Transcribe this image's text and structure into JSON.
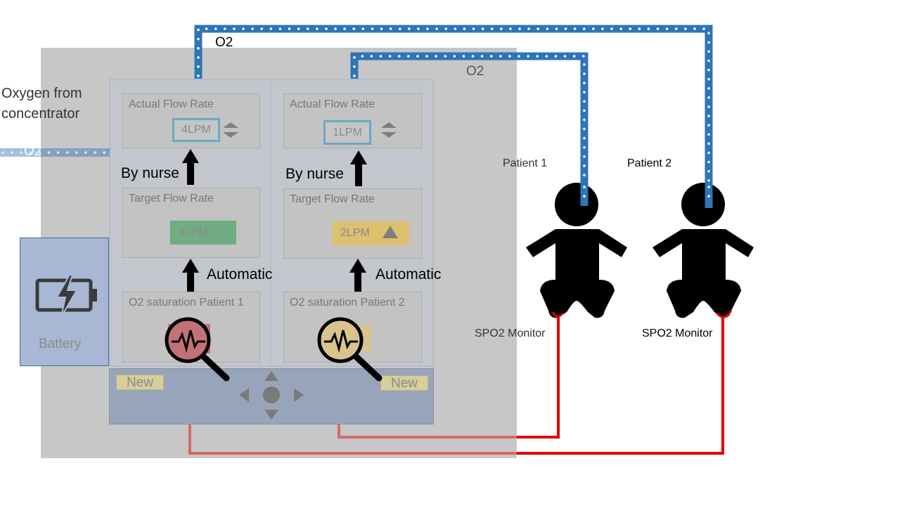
{
  "colors": {
    "oxygen_line": "#2e75b6",
    "sensor_line": "#e30000",
    "green_target": "#70ad83",
    "amber_target": "#dcc070"
  },
  "source": {
    "label": "Oxygen from\nconcentrator",
    "tube_label": "O2"
  },
  "tube_labels": {
    "outer": "O2",
    "inner": "O2"
  },
  "channels": [
    {
      "actual_title": "Actual Flow Rate",
      "actual_value": "4LPM",
      "nurse_label": "By nurse",
      "target_title": "Target Flow Rate",
      "target_value": "4LPM",
      "auto_label": "Automatic",
      "sat_title": "O2 saturation Patient 1",
      "new_label": "New"
    },
    {
      "actual_title": "Actual Flow Rate",
      "actual_value": "1LPM",
      "nurse_label": "By nurse",
      "target_title": "Target Flow Rate",
      "target_value": "2LPM",
      "auto_label": "Automatic",
      "sat_title": "O2 saturation Patient 2",
      "new_label": "New"
    }
  ],
  "battery": {
    "label": "Battery",
    "icon": "battery-charging-icon"
  },
  "patients": [
    {
      "name": "Patient 1",
      "monitor": "SPO2 Monitor"
    },
    {
      "name": "Patient 2",
      "monitor": "SPO2 Monitor"
    }
  ]
}
